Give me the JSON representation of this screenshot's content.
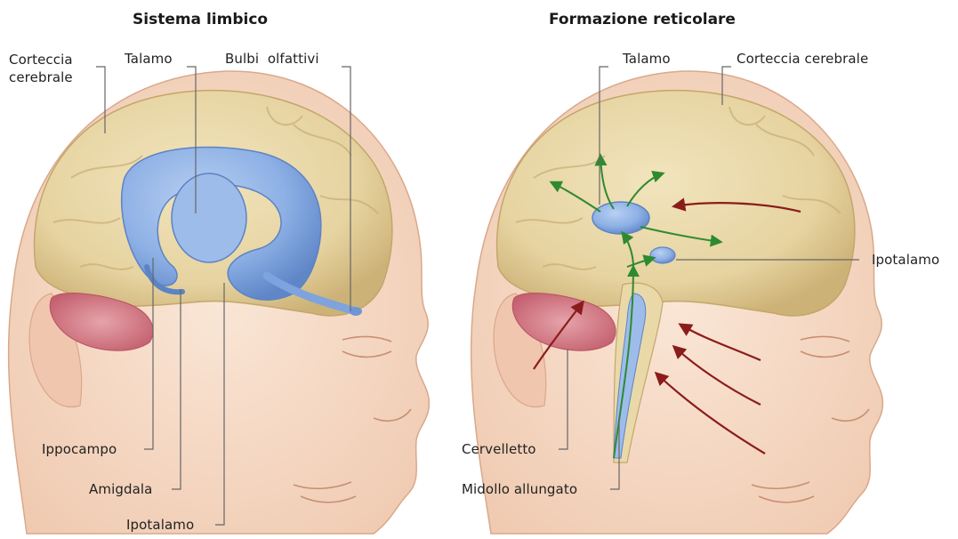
{
  "panels": {
    "left": {
      "title": "Sistema limbico",
      "labels": {
        "cortex": "Corteccia\ncerebrale",
        "thalamus": "Talamo",
        "olfactory_bulbs": "Bulbi  olfattivi",
        "hippocampus": "Ippocampo",
        "amygdala": "Amigdala",
        "hypothalamus": "Ipotalamo"
      }
    },
    "right": {
      "title": "Formazione reticolare",
      "labels": {
        "thalamus": "Talamo",
        "cortex": "Corteccia cerebrale",
        "hypothalamus": "Ipotalamo",
        "cerebellum": "Cervelletto",
        "medulla": "Midollo allungato"
      }
    }
  },
  "colors": {
    "skin": "#f7dcc8",
    "skin_shadow": "#eab99c",
    "brain": "#ead9a8",
    "brain_shadow": "#c8ad72",
    "limbic": "#8fb2e6",
    "limbic_dark": "#5f86c7",
    "cerebellum": "#d9808c",
    "green_arrow": "#2f8a2f",
    "red_arrow": "#8b1c1c",
    "leader_line": "#666666"
  }
}
